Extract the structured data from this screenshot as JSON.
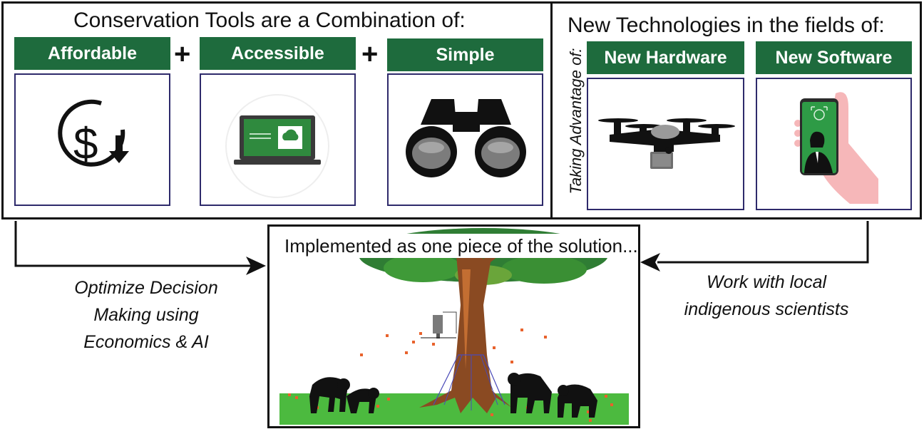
{
  "left_panel": {
    "title": "Conservation Tools are a Combination of:",
    "labels": [
      "Affordable",
      "Accessible",
      "Simple"
    ],
    "plus": "+"
  },
  "right_panel": {
    "title": "New Technologies in the fields of:",
    "vertical_label": "Taking Advantage of:",
    "labels": [
      "New Hardware",
      "New Software"
    ]
  },
  "bottom_panel": {
    "title": "Implemented as one piece of the solution..."
  },
  "left_note": [
    "Optimize Decision",
    "Making using",
    "Economics & AI"
  ],
  "right_note": [
    "Work with local",
    "indigenous scientists"
  ],
  "colors": {
    "label_green": "#1e6b3d",
    "card_border": "#2e2a6b",
    "ground": "#4cba3f",
    "seed": "#e8622c"
  },
  "icons": [
    "dollar-cycle-icon",
    "laptop-cloud-icon",
    "binoculars-icon",
    "drone-icon",
    "phone-face-id-icon"
  ]
}
